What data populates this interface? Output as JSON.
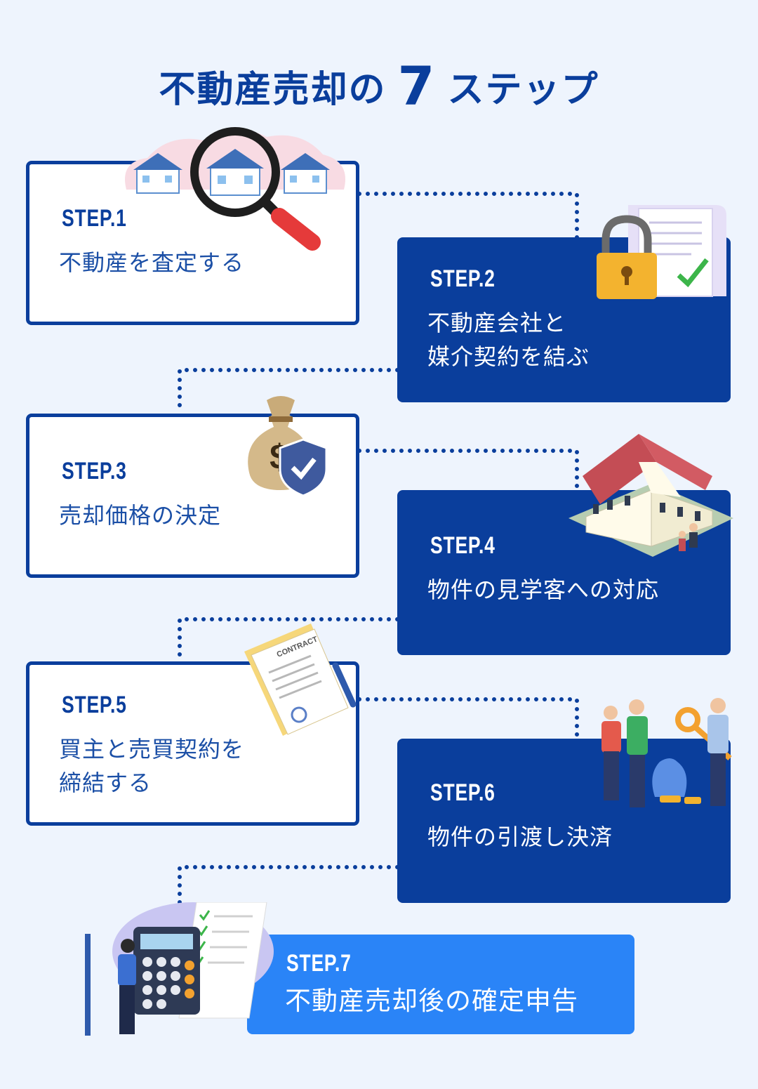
{
  "title": {
    "main": "不動産売却の",
    "number": "7",
    "suffix": "ステップ"
  },
  "steps": [
    {
      "label": "STEP.1",
      "line1": "不動産を査定する",
      "line2": ""
    },
    {
      "label": "STEP.2",
      "line1": "不動産会社と",
      "line2": "媒介契約を結ぶ"
    },
    {
      "label": "STEP.3",
      "line1": "売却価格の決定",
      "line2": ""
    },
    {
      "label": "STEP.4",
      "line1": "物件の見学客への対応",
      "line2": ""
    },
    {
      "label": "STEP.5",
      "line1": "買主と売買契約を",
      "line2": "締結する"
    },
    {
      "label": "STEP.6",
      "line1": "物件の引渡し決済",
      "line2": ""
    },
    {
      "label": "STEP.7",
      "line1": "不動産売却後の確定申告",
      "line2": ""
    }
  ],
  "illustrations": {
    "contract_heading": "CONTRACT",
    "currency_symbol": "$"
  },
  "colors": {
    "navy": "#0a3e9c",
    "bright_blue": "#2a84f7",
    "background": "#eef4fd"
  }
}
